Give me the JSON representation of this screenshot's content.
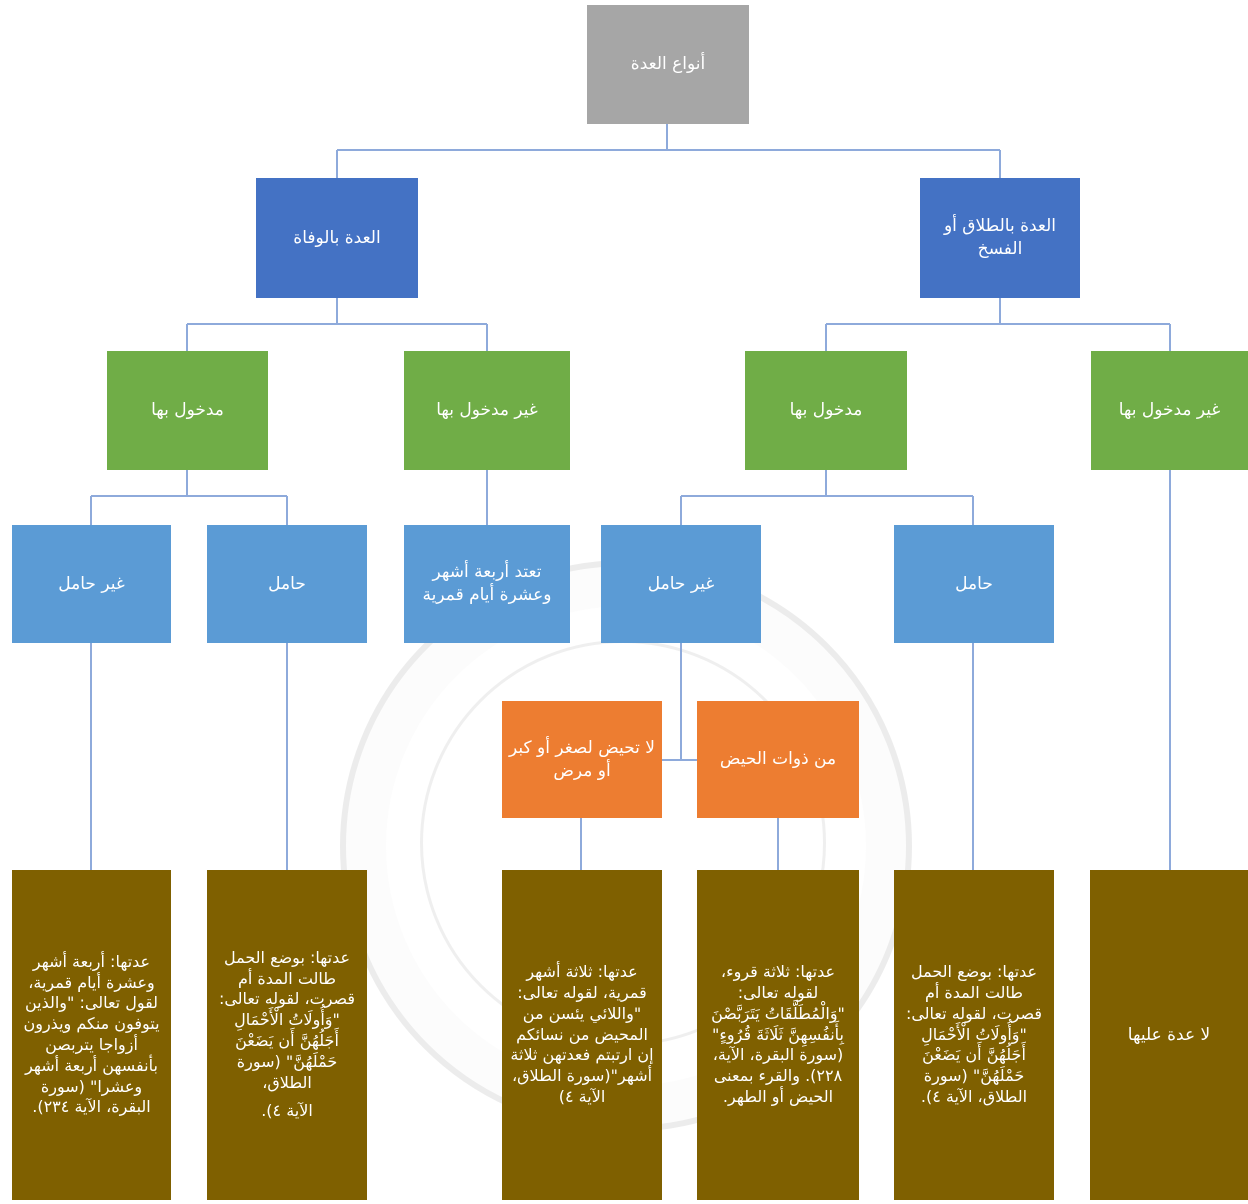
{
  "root": "أنواع العدة",
  "level1": {
    "divorce": "العدة بالطلاق أو الفسخ",
    "death": "العدة بالوفاة"
  },
  "level2": {
    "divorce_not_consummated": "غير مدخول بها",
    "divorce_consummated": "مدخول بها",
    "death_not_consummated": "غير مدخول بها",
    "death_consummated": "مدخول بها"
  },
  "level3": {
    "divorce_pregnant": "حامل",
    "divorce_not_pregnant": "غير حامل",
    "death_not_consummated_rule": "تعتد أربعة أشهر وعشرة أيام قمرية",
    "death_pregnant": "حامل",
    "death_not_pregnant": "غير حامل"
  },
  "level4": {
    "menstruating": "من ذوات الحيض",
    "not_menstruating": "لا تحيض لصغر أو كبر أو مرض"
  },
  "rulings": {
    "no_iddah": "لا عدة عليها",
    "divorce_pregnant": "عدتها: بوضع الحمل طالت المدة أم قصرت، لقوله تعالى: \"وَأُولَاتُ الْأَحْمَالِ أَجَلُهُنَّ أَن يَضَعْنَ حَمْلَهُنَّ\" (سورة الطلاق، الآية ٤).",
    "menstruating": "عدتها: ثلاثة قروء، لقوله تعالى: \"وَالْمُطَلَّقَاتُ يَتَرَبَّصْنَ بِأَنفُسِهِنَّ ثَلَاثَةَ قُرُوءٍ\" (سورة البقرة، الآية، ٢٢٨). والقرء بمعنى الحيض أو الطهر.",
    "not_menstruating": "عدتها: ثلاثة أشهر قمرية، لقوله تعالى: \"واللائي يئسن من المحيض من نسائكم إن ارتبتم فعدتهن ثلاثة أشهر\"(سورة الطلاق، الآية ٤)",
    "death_pregnant_main": "عدتها: بوضع الحمل طالت المدة أم قصرت، لقوله تعالى: \"وَأُولَاتُ الْأَحْمَالِ أَجَلُهُنَّ أَن يَضَعْنَ حَمْلَهُنَّ\" (سورة الطلاق،",
    "death_pregnant_ref": "الآية ٤).",
    "death_not_pregnant": "عدتها: أربعة أشهر وعشرة أيام قمرية، لقول تعالى: \"والذين يتوفون منكم ويذرون أزواجا يتربصن بأنفسهن أربعة أشهر وعشرا\" (سورة البقرة، الآية ٢٣٤)."
  },
  "colors": {
    "root": "#a6a6a6",
    "level1": "#4472c4",
    "level2": "#70ad47",
    "level3": "#5b9bd5",
    "level4": "#ed7d31",
    "rulings": "#7f6000",
    "connectors": "#8eaadb"
  }
}
